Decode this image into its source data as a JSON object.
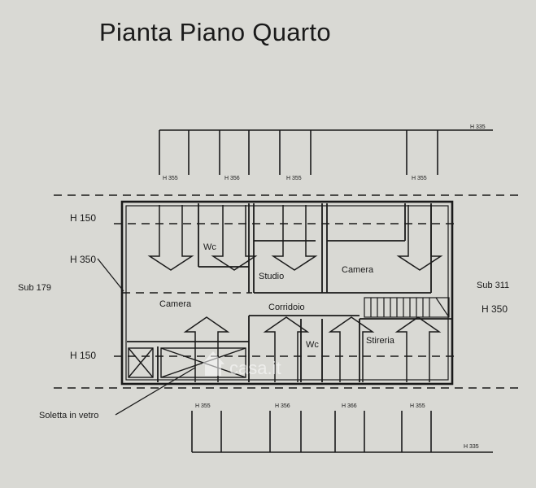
{
  "title": "Pianta Piano Quarto",
  "heights": {
    "top": "H 335",
    "bottom": "H 335",
    "h150_upper": "H 150",
    "h350_left": "H 350",
    "h150_lower": "H 150",
    "h350_right": "H 350"
  },
  "sub_labels": {
    "left": "Sub 179",
    "right": "Sub 311"
  },
  "skylights_top": [
    "H 355",
    "H 356",
    "H 355",
    "H 355"
  ],
  "skylights_bottom": [
    "H 355",
    "H 356",
    "H 366",
    "H 355"
  ],
  "rooms": {
    "wc_upper": "Wc",
    "studio": "Studio",
    "camera_right": "Camera",
    "camera_left": "Camera",
    "corridoio": "Corridoio",
    "wc_lower": "Wc",
    "stireria": "Stireria"
  },
  "annotation": "Soletta in vetro",
  "watermark": "casa.it",
  "colors": {
    "background": "#d9d9d4",
    "ink": "#1a1a1a",
    "watermark": "#ffffff"
  }
}
